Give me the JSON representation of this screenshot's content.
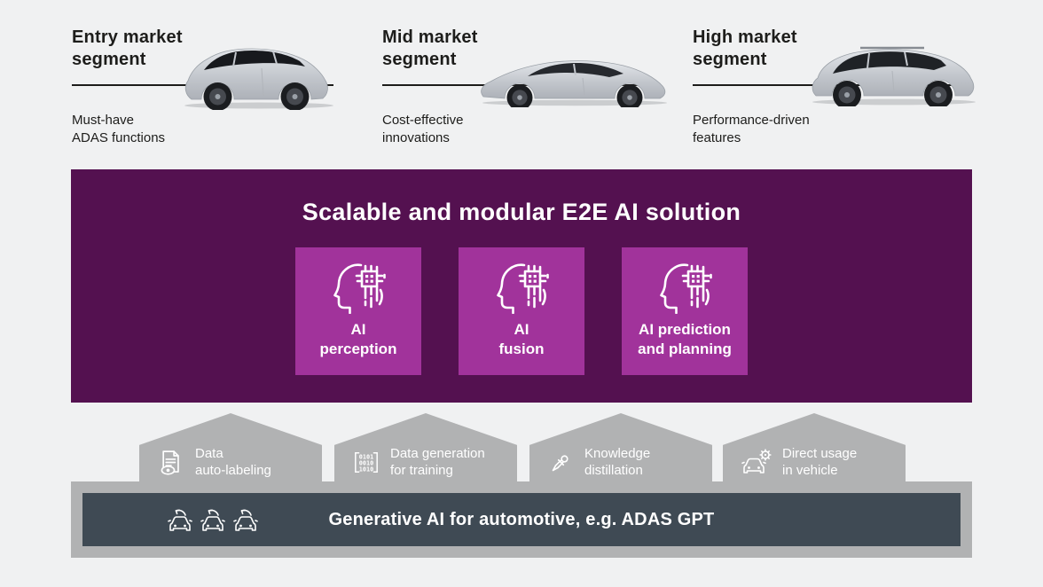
{
  "colors": {
    "page_bg": "#f0f1f2",
    "solution_bg": "#541150",
    "module_bg": "#a1339b",
    "pipeline_gray": "#b1b2b3",
    "foundation_bar_bg": "#3f4a54",
    "text_dark": "#1d1d1b",
    "text_light": "#ffffff"
  },
  "market_segments": [
    {
      "title": "Entry market\nsegment",
      "description": "Must-have\nADAS functions",
      "car": "hatchback-car-image"
    },
    {
      "title": "Mid market\nsegment",
      "description": "Cost-effective\ninnovations",
      "car": "sedan-car-image"
    },
    {
      "title": "High market\nsegment",
      "description": "Performance-driven\nfeatures",
      "car": "suv-car-image"
    }
  ],
  "solution": {
    "title": "Scalable and modular E2E AI solution",
    "modules": [
      {
        "label": "AI\nperception",
        "icon": "ai-head-chip-icon"
      },
      {
        "label": "AI\nfusion",
        "icon": "ai-head-chip-icon"
      },
      {
        "label": "AI prediction\nand planning",
        "icon": "ai-head-chip-icon"
      }
    ]
  },
  "pipeline_steps": [
    {
      "label": "Data\nauto-labeling",
      "icon": "document-eye-icon"
    },
    {
      "label": "Data generation\nfor training",
      "icon": "binary-code-icon",
      "icon_rows": [
        "0101",
        "0010",
        "1010"
      ]
    },
    {
      "label": "Knowledge\ndistillation",
      "icon": "pipette-icon"
    },
    {
      "label": "Direct usage\nin vehicle",
      "icon": "car-gear-icon"
    }
  ],
  "foundation": {
    "label": "Generative AI for automotive, e.g. ADAS GPT",
    "icon": "connected-cars-icon"
  }
}
